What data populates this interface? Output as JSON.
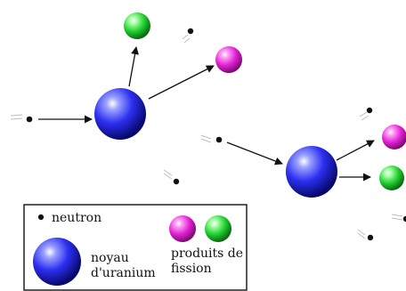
{
  "legend": {
    "neutron_label": "neutron",
    "nucleus_label_line1": "noyau",
    "nucleus_label_line2": "d'uranium",
    "products_label_line1": "produits de",
    "products_label_line2": "fission"
  },
  "colors": {
    "uranium": "#2a2ed6",
    "product_magenta": "#e01fd3",
    "product_green": "#1fcf2e",
    "neutron": "#111111",
    "arrow": "#111111"
  }
}
